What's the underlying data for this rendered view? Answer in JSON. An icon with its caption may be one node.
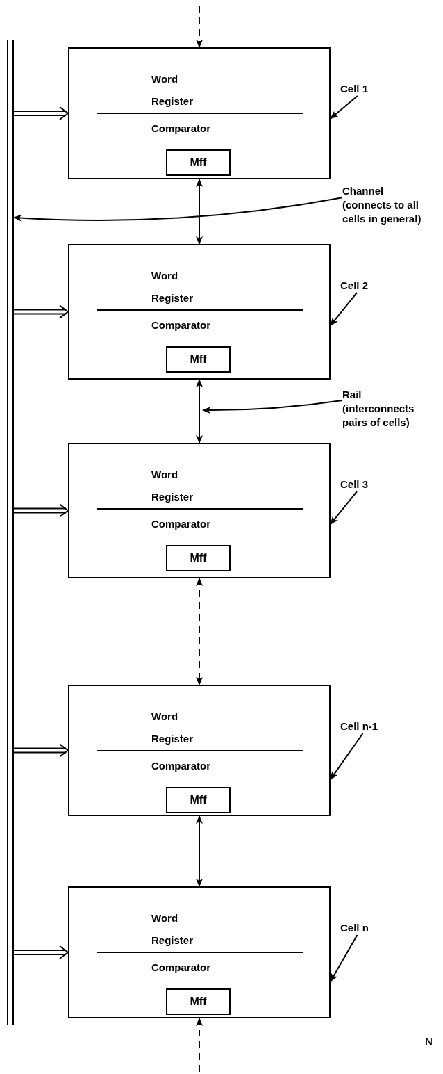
{
  "diagram": {
    "nodes": [
      {
        "text": [],
        "shape": "bar"
      },
      {
        "text": [
          "Word Register",
          "Comparator"
        ]
      },
      {
        "text": [
          "Mff"
        ],
        "in": 1
      },
      {
        "text": [
          "Cell 1"
        ]
      },
      {
        "text": [
          "Channel (connects to all cells in general)"
        ]
      },
      {
        "text": [
          "Word Register",
          "Comparator"
        ]
      },
      {
        "text": [
          "Mff"
        ],
        "in": 5
      },
      {
        "text": [
          "Cell 2"
        ]
      },
      {
        "text": [
          "Rail (interconnects pairs of cells)"
        ]
      },
      {
        "text": [
          "Word Register",
          "Comparator"
        ]
      },
      {
        "text": [
          "Mff"
        ],
        "in": 9
      },
      {
        "text": [
          "Cell 3"
        ]
      },
      {
        "text": [
          "Word Register",
          "Comparator"
        ]
      },
      {
        "text": [
          "Mff"
        ],
        "in": 12
      },
      {
        "text": [
          "Cell n-1"
        ]
      },
      {
        "text": [
          "Word Register",
          "Comparator"
        ]
      },
      {
        "text": [
          "Mff"
        ],
        "in": 15
      },
      {
        "text": [
          "Cell n"
        ]
      }
    ],
    "edges": [
      {
        "from": null,
        "to": 1,
        "arrow": "to",
        "style": "dashed"
      },
      {
        "from": 0,
        "to": 1,
        "arrow": "to"
      },
      {
        "from": 3,
        "to": 1,
        "arrow": "to"
      },
      {
        "from": 4,
        "to": 0,
        "arrow": "to"
      },
      {
        "from": 1,
        "to": 5,
        "arrow": "both"
      },
      {
        "from": 0,
        "to": 5,
        "arrow": "to"
      },
      {
        "from": 7,
        "to": 5,
        "arrow": "to"
      },
      {
        "from": 8,
        "to": null,
        "arrow": "to"
      },
      {
        "from": 5,
        "to": 9,
        "arrow": "both"
      },
      {
        "from": 0,
        "to": 9,
        "arrow": "to"
      },
      {
        "from": 11,
        "to": 9,
        "arrow": "to"
      },
      {
        "from": 9,
        "to": 12,
        "arrow": "both",
        "style": "dashed"
      },
      {
        "from": 0,
        "to": 12,
        "arrow": "to"
      },
      {
        "from": 14,
        "to": 12,
        "arrow": "to"
      },
      {
        "from": 12,
        "to": 15,
        "arrow": "both"
      },
      {
        "from": 0,
        "to": 15,
        "arrow": "to"
      },
      {
        "from": 17,
        "to": 15,
        "arrow": "to"
      },
      {
        "from": null,
        "to": 15,
        "arrow": "to",
        "style": "dashed"
      }
    ],
    "labels": [
      "N"
    ]
  }
}
